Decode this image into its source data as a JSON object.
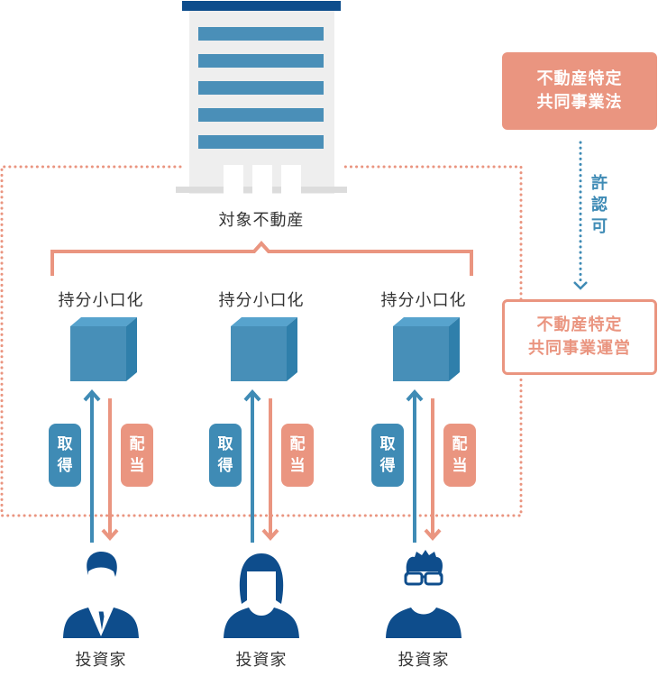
{
  "colors": {
    "accent_salmon": "#ea9580",
    "accent_blue": "#3f8bb5",
    "navy": "#0e4d8c",
    "building_gray": "#eeeeee"
  },
  "property": {
    "icon": "building-icon",
    "label": "対象不動産"
  },
  "law": {
    "line1": "不動産特定",
    "line2": "共同事業法"
  },
  "permission": {
    "chars": [
      "許",
      "認",
      "可"
    ]
  },
  "operation": {
    "line1": "不動産特定",
    "line2": "共同事業運営"
  },
  "units": [
    {
      "label": "持分小口化",
      "acquire": [
        "取",
        "得"
      ],
      "dividend": [
        "配",
        "当"
      ],
      "investor": {
        "label": "投資家",
        "icon": "businessman-icon"
      }
    },
    {
      "label": "持分小口化",
      "acquire": [
        "取",
        "得"
      ],
      "dividend": [
        "配",
        "当"
      ],
      "investor": {
        "label": "投資家",
        "icon": "woman-icon"
      }
    },
    {
      "label": "持分小口化",
      "acquire": [
        "取",
        "得"
      ],
      "dividend": [
        "配",
        "当"
      ],
      "investor": {
        "label": "投資家",
        "icon": "man-glasses-icon"
      }
    }
  ]
}
